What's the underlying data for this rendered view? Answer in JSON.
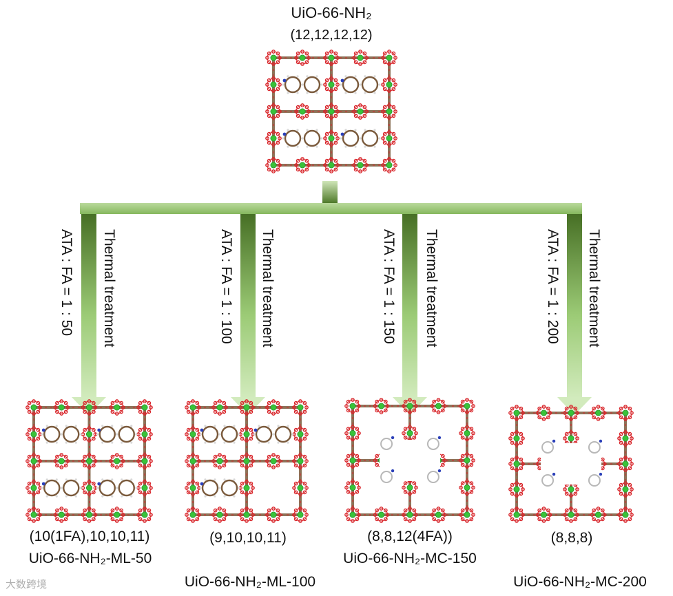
{
  "top": {
    "name": "UiO-66-NH₂",
    "defects": "(12,12,12,12)"
  },
  "branches": [
    {
      "ratio": "ATA : FA = 1 : 50",
      "treatment": "Thermal treatment",
      "defects": "(10(1FA),10,10,11)",
      "name": "UiO-66-NH₂-ML-50"
    },
    {
      "ratio": "ATA : FA = 1 : 100",
      "treatment": "Thermal treatment",
      "defects": "(9,10,10,11)",
      "name": "UiO-66-NH₂-ML-100"
    },
    {
      "ratio": "ATA : FA = 1 : 150",
      "treatment": "Thermal treatment",
      "defects": "(8,8,12(4FA))",
      "name": "UiO-66-NH₂-MC-150"
    },
    {
      "ratio": "ATA : FA = 1 : 200",
      "treatment": "Thermal treatment",
      "defects": "(8,8,8)",
      "name": "UiO-66-NH₂-MC-200"
    }
  ],
  "watermark": "大数跨境",
  "colors": {
    "arrow_dark": "#4f7a2a",
    "arrow_light": "#c9e4b0",
    "cluster_green": "#39c33a",
    "oxygen_red": "#d8262b",
    "nitrogen_blue": "#2a3fb8",
    "carbon_brown": "#7a5a3c"
  }
}
